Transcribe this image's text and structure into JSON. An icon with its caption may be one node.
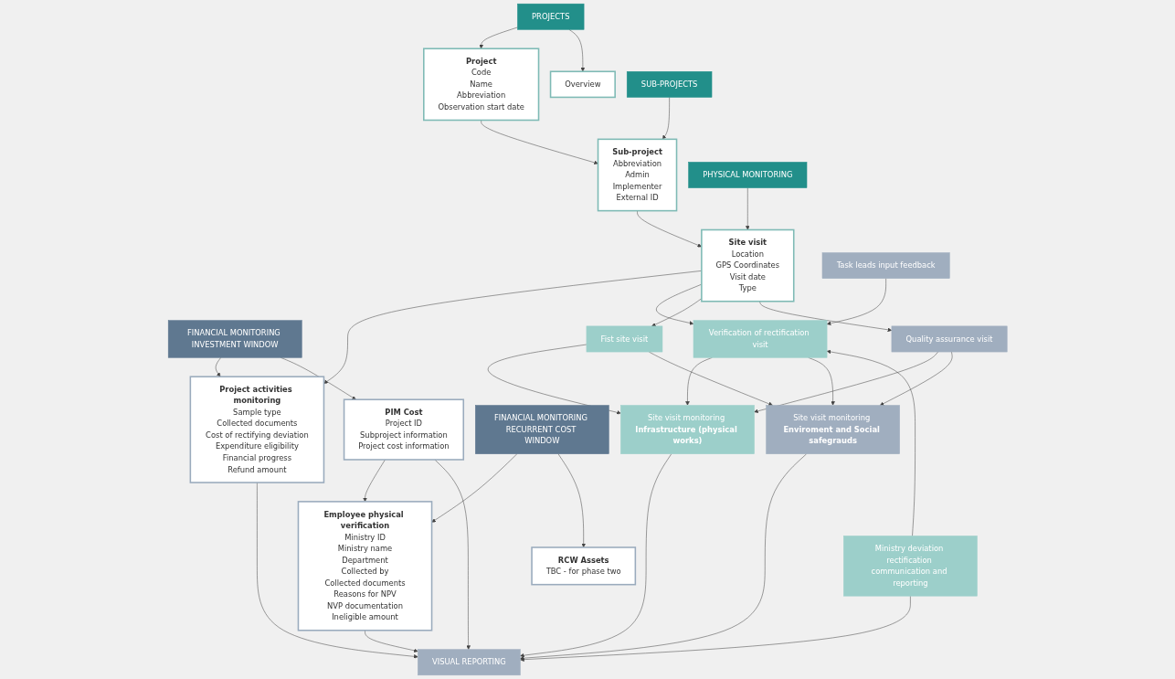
{
  "diagram": {
    "nodes": [
      {
        "text": [
          "PROJECTS"
        ]
      },
      {
        "text": [
          "Project",
          "Code",
          "Name",
          "Abbreviation",
          "Observation start date"
        ]
      },
      {
        "text": [
          "Overview"
        ]
      },
      {
        "text": [
          "SUB-PROJECTS"
        ]
      },
      {
        "text": [
          "Sub-project",
          "Abbreviation",
          "Admin",
          "Implementer",
          "External ID"
        ]
      },
      {
        "text": [
          "PHYSICAL MONITORING"
        ]
      },
      {
        "text": [
          "Site visit",
          "Location",
          "GPS Coordinates",
          "Visit date",
          "Type"
        ]
      },
      {
        "text": [
          "FINANCIAL MONITORING INVESTMENT WINDOW"
        ]
      },
      {
        "text": [
          "Project activities monitoring",
          "Sample type",
          "Collected documents",
          "Cost of rectifying deviation",
          "Expenditure eligibility",
          "Financial progress",
          "Refund amount"
        ]
      },
      {
        "text": [
          "PIM Cost",
          "Project ID",
          "Subproject information",
          "Project cost information"
        ]
      },
      {
        "text": [
          "FINANCIAL MONITORING RECURRENT COST WINDOW"
        ]
      },
      {
        "text": [
          "Employee physical verification",
          "Ministry ID",
          "Ministry name",
          "Department",
          "Collected by",
          "Collected documents",
          "Reasons for NPV",
          "NVP documentation",
          "Ineligible amount"
        ]
      },
      {
        "text": [
          "RCW Assets",
          "TBC - for phase two"
        ]
      },
      {
        "text": [
          "Verification of rectification visit"
        ]
      },
      {
        "text": [
          "Fist site visit"
        ]
      },
      {
        "text": [
          "Quality assurance visit"
        ]
      },
      {
        "text": [
          "Task leads input feedback"
        ]
      },
      {
        "text": [
          "Site visit monitoring **Infrastructure (physical works)**"
        ]
      },
      {
        "text": [
          "Site visit monitoring **Enviroment and Social safegrauds**"
        ]
      },
      {
        "text": [
          "Ministry deviation rectification communication and reporting"
        ]
      },
      {
        "text": [
          "VISUAL REPORTING"
        ]
      }
    ],
    "edges": [
      {
        "from": 0,
        "to": 1,
        "arrow": "to"
      },
      {
        "from": 0,
        "to": 2,
        "arrow": "to"
      },
      {
        "from": 3,
        "to": 4,
        "arrow": "to"
      },
      {
        "from": 5,
        "to": 6,
        "arrow": "to"
      },
      {
        "from": 7,
        "to": 8,
        "arrow": "to"
      },
      {
        "from": 7,
        "to": 9,
        "arrow": "to"
      },
      {
        "from": 10,
        "to": 11,
        "arrow": "to"
      },
      {
        "from": 10,
        "to": 12,
        "arrow": "to"
      },
      {
        "from": 1,
        "to": 4,
        "arrow": "to"
      },
      {
        "from": 4,
        "to": 6,
        "arrow": "to"
      },
      {
        "from": 6,
        "to": 8,
        "arrow": "to"
      },
      {
        "from": 9,
        "to": 11,
        "arrow": "to"
      },
      {
        "from": 6,
        "to": 13,
        "arrow": "to"
      },
      {
        "from": 6,
        "to": 14,
        "arrow": "to"
      },
      {
        "from": 6,
        "to": 15,
        "arrow": "to"
      },
      {
        "from": 13,
        "to": 17,
        "arrow": "to"
      },
      {
        "from": 14,
        "to": 17,
        "arrow": "to"
      },
      {
        "from": 13,
        "to": 18,
        "arrow": "to"
      },
      {
        "from": 14,
        "to": 18,
        "arrow": "to"
      },
      {
        "from": 15,
        "to": 17,
        "arrow": "to"
      },
      {
        "from": 15,
        "to": 18,
        "arrow": "to"
      },
      {
        "from": 16,
        "to": 13,
        "arrow": "to"
      },
      {
        "from": 19,
        "to": 13,
        "arrow": "to"
      },
      {
        "from": 17,
        "to": 20,
        "arrow": "to"
      },
      {
        "from": 18,
        "to": 20,
        "arrow": "to"
      },
      {
        "from": 19,
        "to": 20,
        "arrow": "to"
      },
      {
        "from": 8,
        "to": 20,
        "arrow": "to"
      },
      {
        "from": 9,
        "to": 20,
        "arrow": "to"
      },
      {
        "from": 11,
        "to": 20,
        "arrow": "to"
      }
    ]
  }
}
